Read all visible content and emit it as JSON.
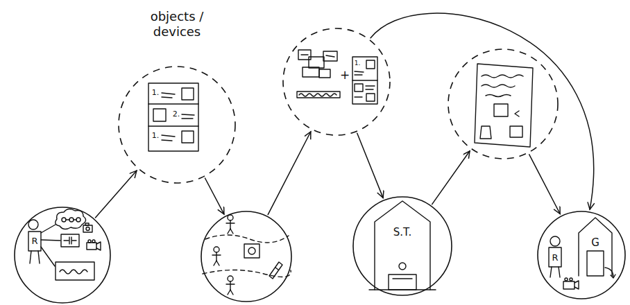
{
  "diagram": {
    "nodes": [
      {
        "text": [
          "R"
        ]
      },
      {
        "text": [
          "objects / devices"
        ]
      },
      {
        "text": []
      },
      {
        "text": []
      },
      {
        "text": [
          "S.T."
        ]
      },
      {
        "text": []
      },
      {
        "text": [
          "R",
          "G"
        ]
      }
    ],
    "edges": [
      {
        "from": 0,
        "to": 1,
        "arrow": "to"
      },
      {
        "from": 1,
        "to": 2,
        "arrow": "to"
      },
      {
        "from": 2,
        "to": 3,
        "arrow": "to"
      },
      {
        "from": 3,
        "to": 4,
        "arrow": "to"
      },
      {
        "from": 4,
        "to": 5,
        "arrow": "to"
      },
      {
        "from": 5,
        "to": 6,
        "arrow": "to"
      },
      {
        "from": 3,
        "to": 6,
        "arrow": "to"
      }
    ],
    "labels": [
      "1.",
      "2.",
      "1.",
      "+",
      "1."
    ]
  }
}
